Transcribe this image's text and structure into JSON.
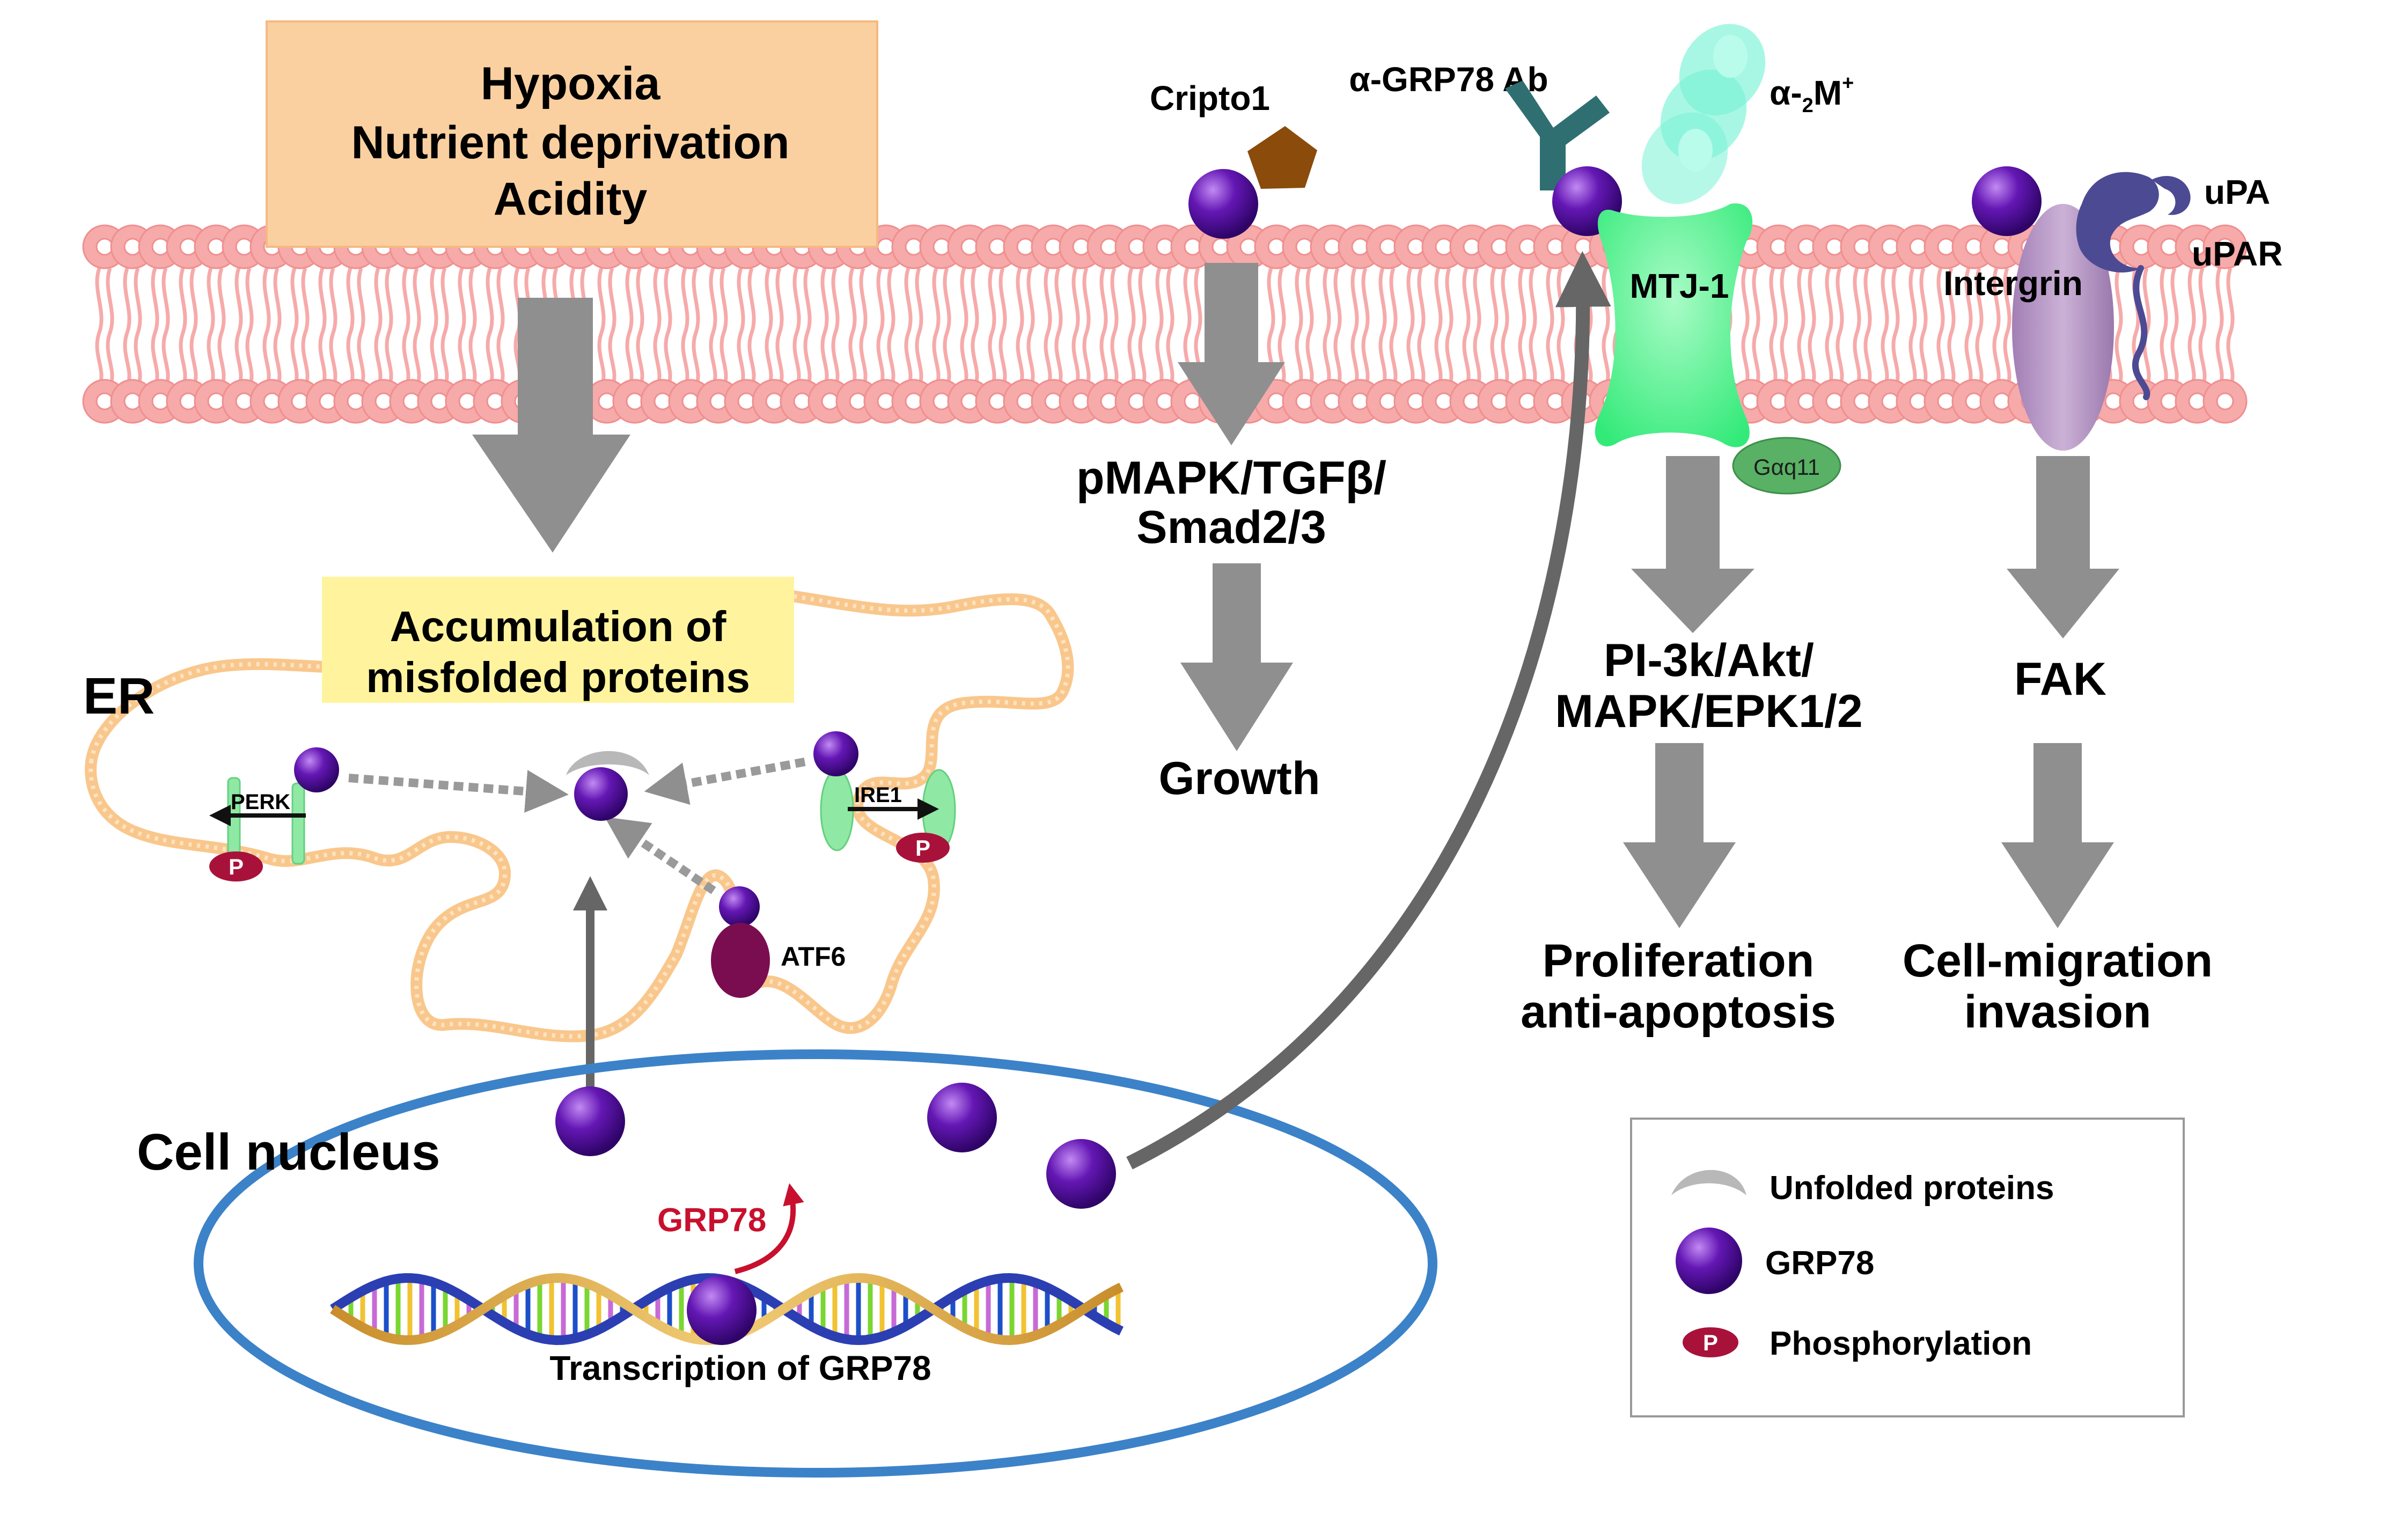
{
  "stress": {
    "line1": "Hypoxia",
    "line2": "Nutrient deprivation",
    "line3": "Acidity"
  },
  "er": {
    "label": "ER",
    "box_line1": "Accumulation of",
    "box_line2": "misfolded proteins",
    "perk": "PERK",
    "ire1": "IRE1",
    "atf6": "ATF6",
    "p_symbol": "P"
  },
  "nucleus": {
    "label": "Cell nucleus",
    "grp78_label": "GRP78",
    "transcription": "Transcription of GRP78"
  },
  "membrane": {
    "cripto": "Cripto1",
    "antibody": "α-GRP78 Ab",
    "alpha2m": "α-",
    "alpha2m_sub": "2",
    "alpha2m_end": "M",
    "alpha2m_sup": "+",
    "mtj1": "MTJ-1",
    "gaq11": "Gαq11",
    "integrin": "Intergrin",
    "upa": "uPA",
    "upar": "uPAR"
  },
  "pathways": {
    "cripto_l1": "pMAPK/TGFβ/",
    "cripto_l2": "Smad2/3",
    "cripto_out": "Growth",
    "mtj_l1": "PI-3k/Akt/",
    "mtj_l2": "MAPK/EPK1/2",
    "mtj_out_l1": "Proliferation",
    "mtj_out_l2": "anti-apoptosis",
    "int_l1": "FAK",
    "int_out_l1": "Cell-migration",
    "int_out_l2": "invasion"
  },
  "legend": {
    "unfolded": "Unfolded proteins",
    "grp78": "GRP78",
    "phos": "Phosphorylation",
    "p_symbol": "P"
  },
  "colors": {
    "membrane": "#f6aaaa",
    "grp78": "#5b16a8",
    "arrow": "#8f8f8f",
    "er": "#f9c78c",
    "mtj1": "#46ee86",
    "integrin": "#b38fc3",
    "nucleus": "#3c82c8",
    "phospho": "#a8123a",
    "stress_box": "#fbd0a0",
    "er_box": "#fff49d"
  }
}
